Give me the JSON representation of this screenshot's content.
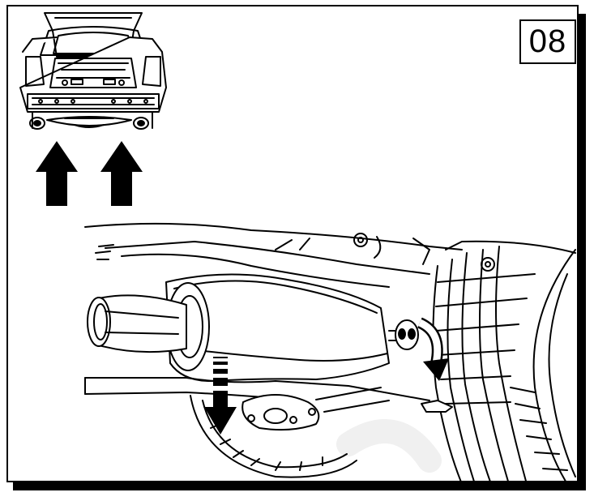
{
  "step": {
    "number": "08"
  },
  "colors": {
    "line": "#000000",
    "background": "#ffffff",
    "watermark": "#f0f0f0"
  },
  "figures": {
    "overview": {
      "subject": "car-rear-view",
      "arrows": 2,
      "arrow_direction": "up"
    },
    "detail": {
      "subject": "rear-muffler-underbody",
      "indicators": [
        "remove-down-arrow",
        "rotate-clockwise-arrow"
      ]
    }
  }
}
